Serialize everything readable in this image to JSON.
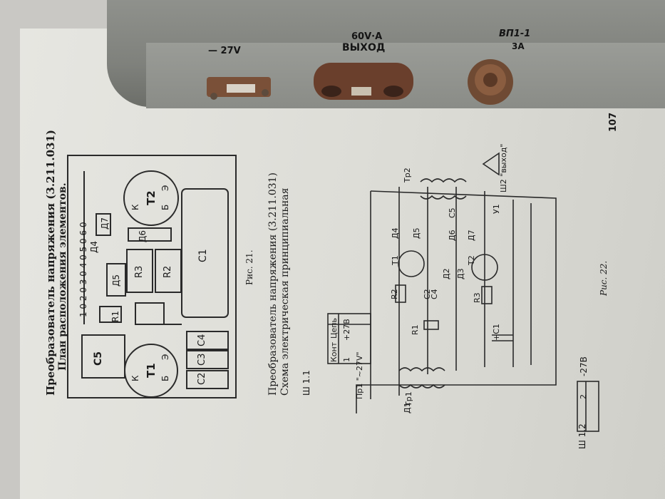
{
  "device": {
    "label_voltage": "— 27V",
    "label_output_rating": "60V·A",
    "label_output": "ВЫХОД",
    "label_fuse": "ВП1-1",
    "label_fuse_rating": "3А"
  },
  "page_number": "107",
  "figure21": {
    "title": "Преобразователь напряжения (3.211.031)",
    "subtitle": "План расположения элементов.",
    "caption": "Рис. 21.",
    "components": {
      "c5": "С5",
      "c4": "С4",
      "c3": "С3",
      "c2": "С2",
      "c1": "С1",
      "t1": "Т1",
      "t2": "Т2",
      "r1": "R1",
      "r2": "R2",
      "r3": "R3",
      "d4": "Д4",
      "d5": "Д5",
      "d6": "Д6",
      "d7": "Д7",
      "k": "К",
      "b": "Б",
      "e": "Э",
      "terminals": "1 0 2 0 3 0 4 0 5 0 6 0"
    }
  },
  "figure22": {
    "title": "Преобразователь напряжения (3.211.031)",
    "subtitle": "Схема электрическая принципиальная",
    "caption": "Рис. 22.",
    "connector1": {
      "name": "Ш 1.1",
      "col1": "Конт",
      "col2": "Цепь",
      "row_pin": "1",
      "row_net": "+27В"
    },
    "fuse": "Пр1 \"~27V\"",
    "connector2": {
      "name": "Ш 1.2",
      "row_pin": "2",
      "row_net": "-27В"
    },
    "output": "Ш2 \"выход\"",
    "labels": {
      "tr1": "Тр1",
      "tr2": "Тр2",
      "t1": "Т1",
      "t2": "Т2",
      "r1": "R1",
      "r2": "R2",
      "r3": "R3",
      "c1": "+С1",
      "c2": "С2",
      "c4": "С4",
      "c5": "С5",
      "d1": "Д1",
      "d2": "Д2",
      "d3": "Д3",
      "d4": "Д4",
      "d5": "Д5",
      "d6": "Д6",
      "d7": "Д7",
      "u1": "У1"
    }
  }
}
